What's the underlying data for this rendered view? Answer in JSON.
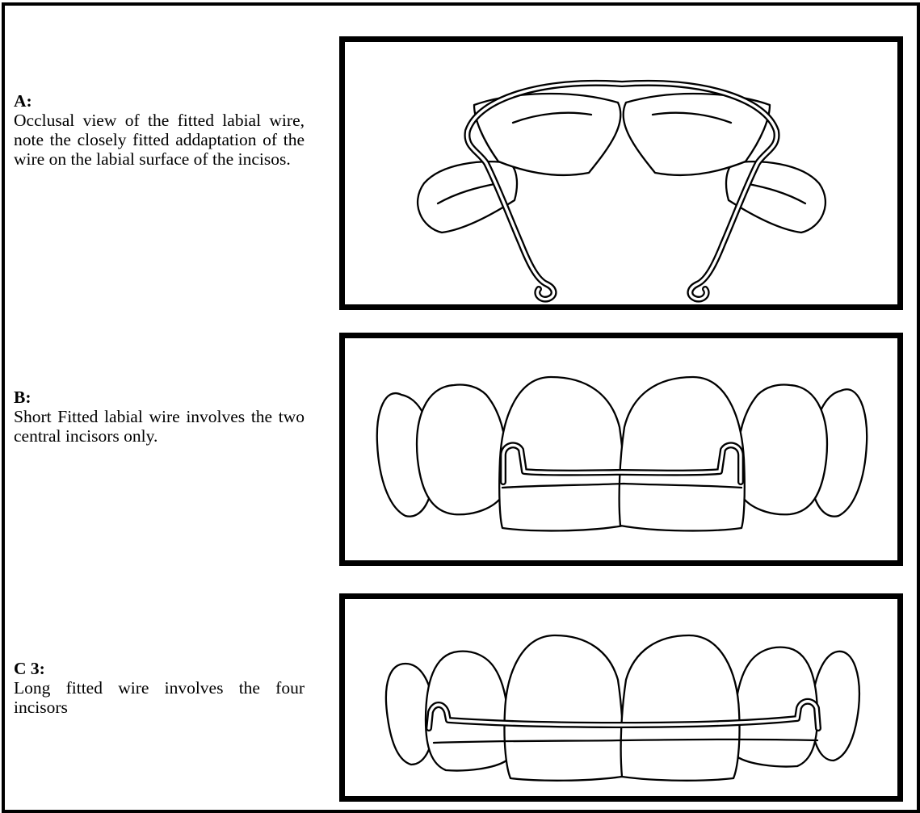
{
  "sections": [
    {
      "label": "A:",
      "text": "Occlusal view of the fitted labial wire, note the closely fitted addaptation of the wire on the labial surface of the incisos."
    },
    {
      "label": "B:",
      "text": "Short Fitted labial wire involves the two central incisors only."
    },
    {
      "label": "C 3:",
      "text": "Long fitted wire involves the four incisors"
    }
  ]
}
